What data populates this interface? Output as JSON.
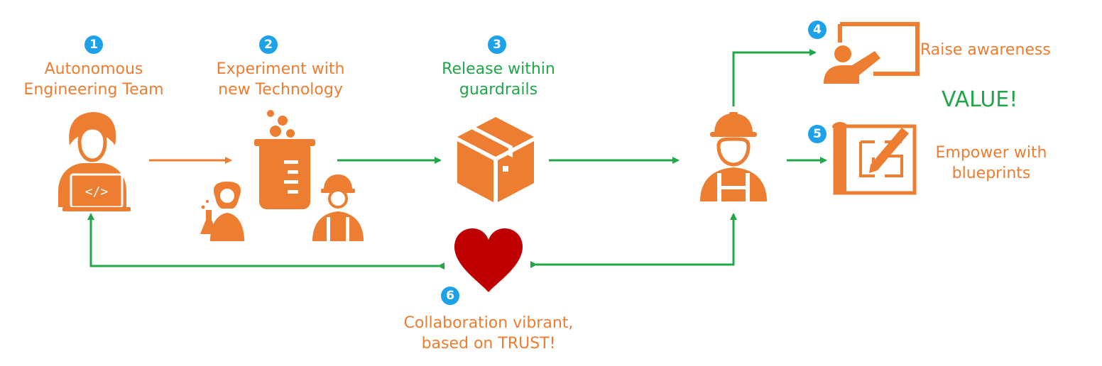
{
  "colors": {
    "orange": "#ED7D31",
    "green": "#21A649",
    "badge": "#1DA1E8",
    "heart": "#C00000"
  },
  "steps": [
    {
      "number": "1",
      "label_line1": "Autonomous",
      "label_line2": "Engineering Team",
      "icon": "developer-laptop-icon"
    },
    {
      "number": "2",
      "label_line1": "Experiment with",
      "label_line2": "new Technology",
      "icon": "beaker-scientist-engineer-icon"
    },
    {
      "number": "3",
      "label_line1": "Release within",
      "label_line2": "guardrails",
      "icon": "package-box-icon"
    },
    {
      "number": "4",
      "label_line1": "Raise awareness",
      "icon": "presentation-board-icon"
    },
    {
      "number": "5",
      "label_line1": "Empower with",
      "label_line2": "blueprints",
      "icon": "blueprint-pencil-icon"
    },
    {
      "number": "6",
      "label_line1": "Collaboration vibrant,",
      "label_line2": "based on TRUST!",
      "icon": "heart-icon"
    }
  ],
  "central_icon": "engineer-hardhat-icon",
  "value_label": "VALUE!"
}
